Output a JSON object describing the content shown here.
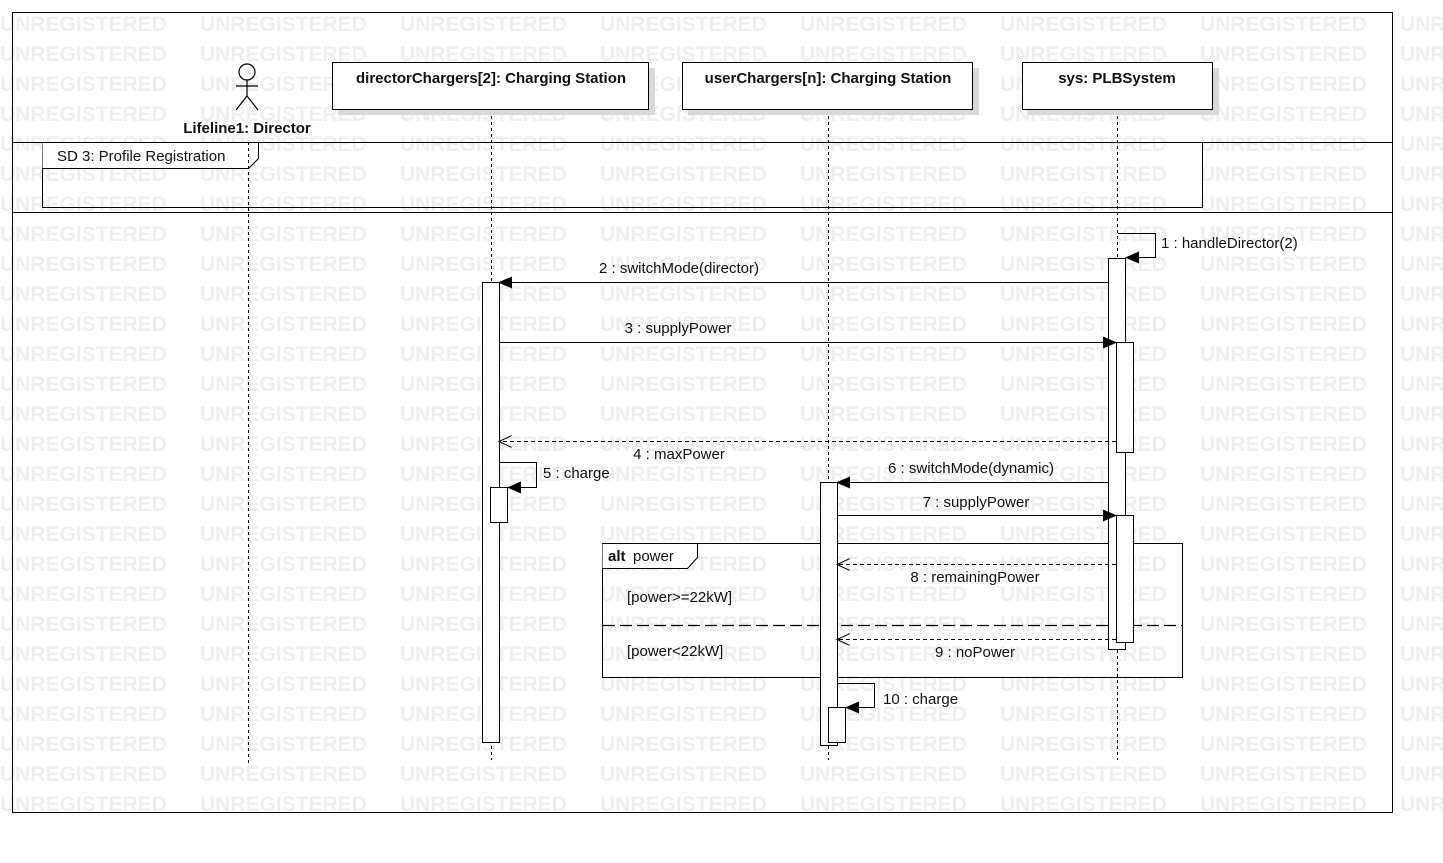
{
  "watermark": {
    "text": "UNREGISTERED"
  },
  "frame": {
    "label": "SD 3: Profile Registration"
  },
  "lifelines": [
    {
      "id": "director",
      "label": "Lifeline1: Director",
      "kind": "actor"
    },
    {
      "id": "dc",
      "label": "directorChargers[2]: Charging Station",
      "kind": "box"
    },
    {
      "id": "uc",
      "label": "userChargers[n]: Charging Station",
      "kind": "box"
    },
    {
      "id": "sys",
      "label": "sys: PLBSystem",
      "kind": "box"
    }
  ],
  "messages": [
    {
      "n": 1,
      "label": "1 : handleDirector(2)",
      "from": "sys",
      "to": "sys",
      "type": "self"
    },
    {
      "n": 2,
      "label": "2 : switchMode(director)",
      "from": "sys",
      "to": "dc",
      "type": "sync"
    },
    {
      "n": 3,
      "label": "3 : supplyPower",
      "from": "dc",
      "to": "sys",
      "type": "sync"
    },
    {
      "n": 4,
      "label": "4 : maxPower",
      "from": "sys",
      "to": "dc",
      "type": "reply"
    },
    {
      "n": 5,
      "label": "5 : charge",
      "from": "dc",
      "to": "dc",
      "type": "self"
    },
    {
      "n": 6,
      "label": "6 : switchMode(dynamic)",
      "from": "sys",
      "to": "uc",
      "type": "sync"
    },
    {
      "n": 7,
      "label": "7 : supplyPower",
      "from": "uc",
      "to": "sys",
      "type": "sync"
    },
    {
      "n": 8,
      "label": "8 : remainingPower",
      "from": "sys",
      "to": "uc",
      "type": "reply"
    },
    {
      "n": 9,
      "label": "9 : noPower",
      "from": "sys",
      "to": "uc",
      "type": "reply"
    },
    {
      "n": 10,
      "label": "10 : charge",
      "from": "uc",
      "to": "uc",
      "type": "self"
    }
  ],
  "alt": {
    "keyword": "alt",
    "name": "power",
    "guards": [
      "[power>=22kW]",
      "[power<22kW]"
    ]
  }
}
